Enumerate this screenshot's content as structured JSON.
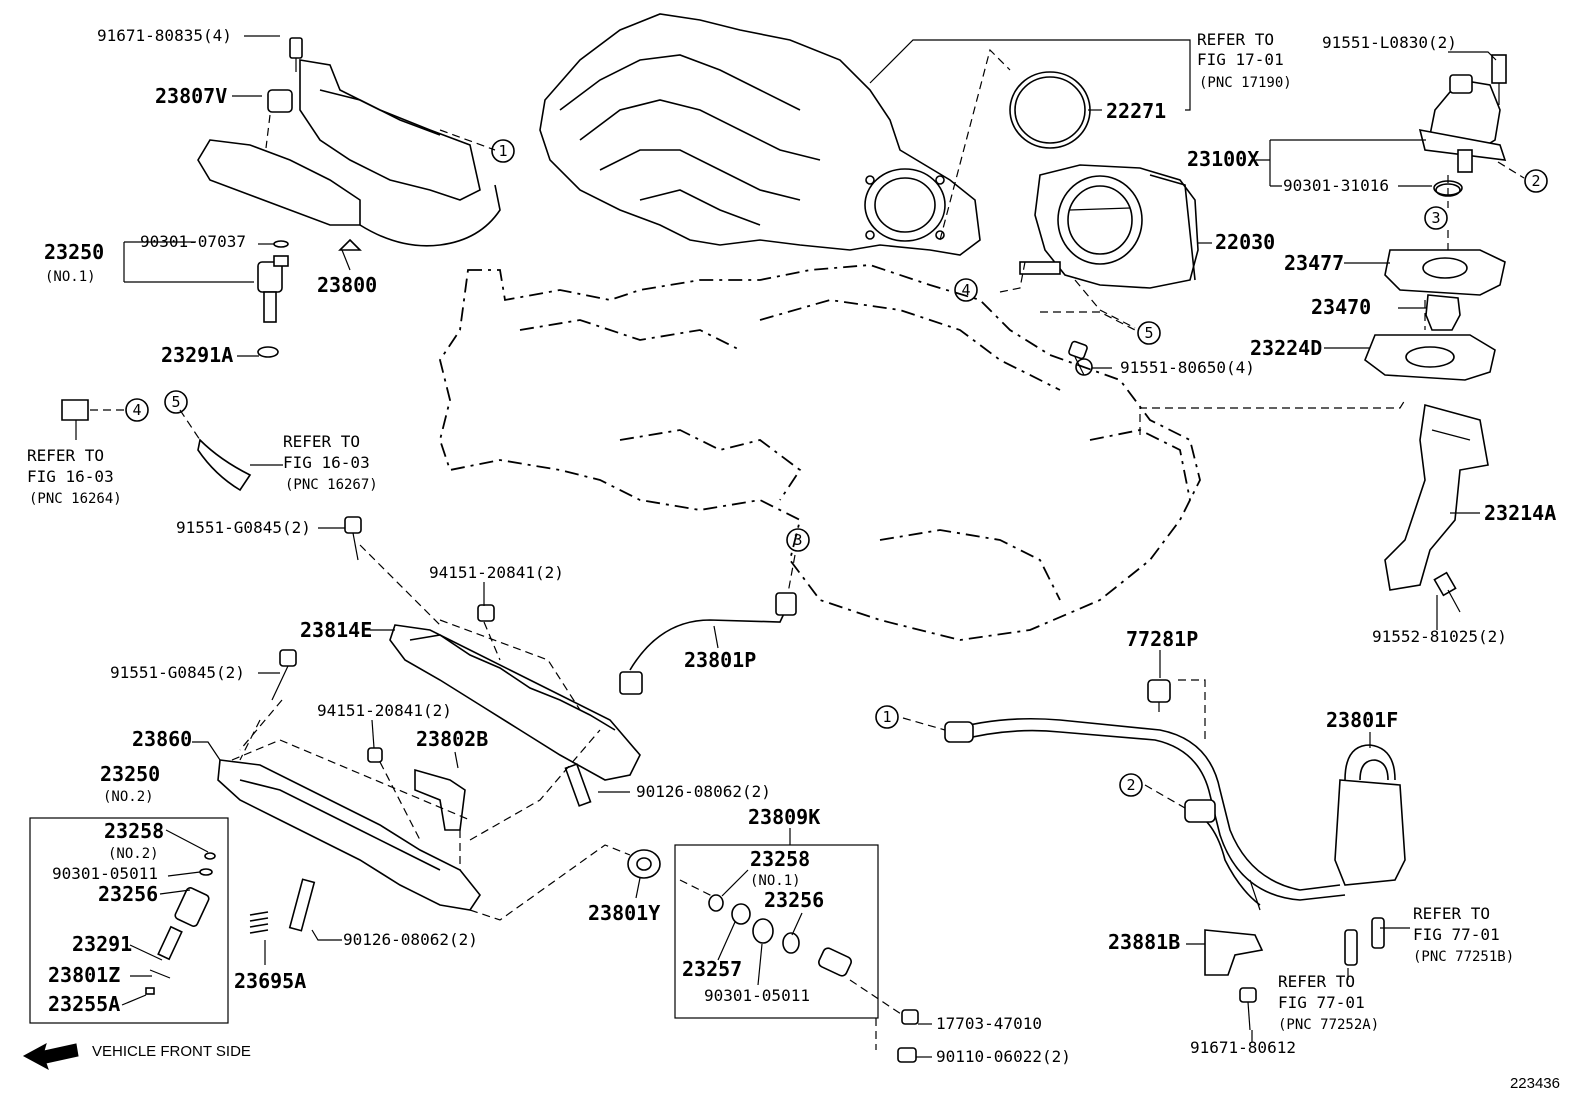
{
  "figure_number": "223436",
  "footer": {
    "front_label": "VEHICLE FRONT SIDE"
  },
  "callouts": {
    "c1a": "1",
    "c1b": "1",
    "c2a": "2",
    "c2b": "2",
    "c3a": "3",
    "c3b": "3",
    "c4a": "4",
    "c4b": "4",
    "c5a": "5",
    "c5b": "5"
  },
  "labels": {
    "p_9167180835": "91671-80835(4)",
    "p_23807V": "23807V",
    "p_23250_1": "23250",
    "p_23250_1_sub": "(NO.1)",
    "p_9030107037": "90301-07037",
    "p_23800": "23800",
    "p_23291A": "23291A",
    "p_22271": "22271",
    "p_9155180650": "91551-80650(4)",
    "p_22030": "22030",
    "p_91551L0830": "91551-L0830(2)",
    "p_23100X": "23100X",
    "p_9030131016": "90301-31016",
    "p_23477": "23477",
    "p_23470": "23470",
    "p_23224D": "23224D",
    "p_23214A": "23214A",
    "p_9155281025": "91552-81025(2)",
    "p_91551G0845_top": "91551-G0845(2)",
    "p_9415120841_top": "94151-20841(2)",
    "p_23814E": "23814E",
    "p_23801P": "23801P",
    "p_91551G0845_bot": "91551-G0845(2)",
    "p_9415120841_bot": "94151-20841(2)",
    "p_23802B": "23802B",
    "p_23860": "23860",
    "p_23250_2": "23250",
    "p_23250_2_sub": "(NO.2)",
    "p_9012608062_top": "90126-08062(2)",
    "p_23258_box": "23258",
    "p_23258_box_sub": "(NO.2)",
    "p_9030105011_box": "90301-05011",
    "p_23256_box": "23256",
    "p_23291": "23291",
    "p_23801Z": "23801Z",
    "p_23255A": "23255A",
    "p_23695A": "23695A",
    "p_9012608062_bot": "90126-08062(2)",
    "p_23801Y": "23801Y",
    "p_23809K": "23809K",
    "p_23258_kit": "23258",
    "p_23258_kit_sub": "(NO.1)",
    "p_23256_kit": "23256",
    "p_23257": "23257",
    "p_9030105011_kit": "90301-05011",
    "p_1770347010": "17703-47010",
    "p_9011006022": "90110-06022(2)",
    "p_77281P": "77281P",
    "p_23801F": "23801F",
    "p_23881B": "23881B",
    "p_9167180612": "91671-80612"
  },
  "refs": {
    "r_17_01_a": "REFER TO",
    "r_17_01_b": "FIG 17-01",
    "r_17_01_c": "(PNC 17190)",
    "r_16264_a": "REFER TO",
    "r_16264_b": "FIG 16-03",
    "r_16264_c": "(PNC 16264)",
    "r_16267_a": "REFER TO",
    "r_16267_b": "FIG 16-03",
    "r_16267_c": "(PNC 16267)",
    "r_77251B_a": "REFER TO",
    "r_77251B_b": "FIG 77-01",
    "r_77251B_c": "(PNC 77251B)",
    "r_77252A_a": "REFER TO",
    "r_77252A_b": "FIG 77-01",
    "r_77252A_c": "(PNC 77252A)"
  }
}
